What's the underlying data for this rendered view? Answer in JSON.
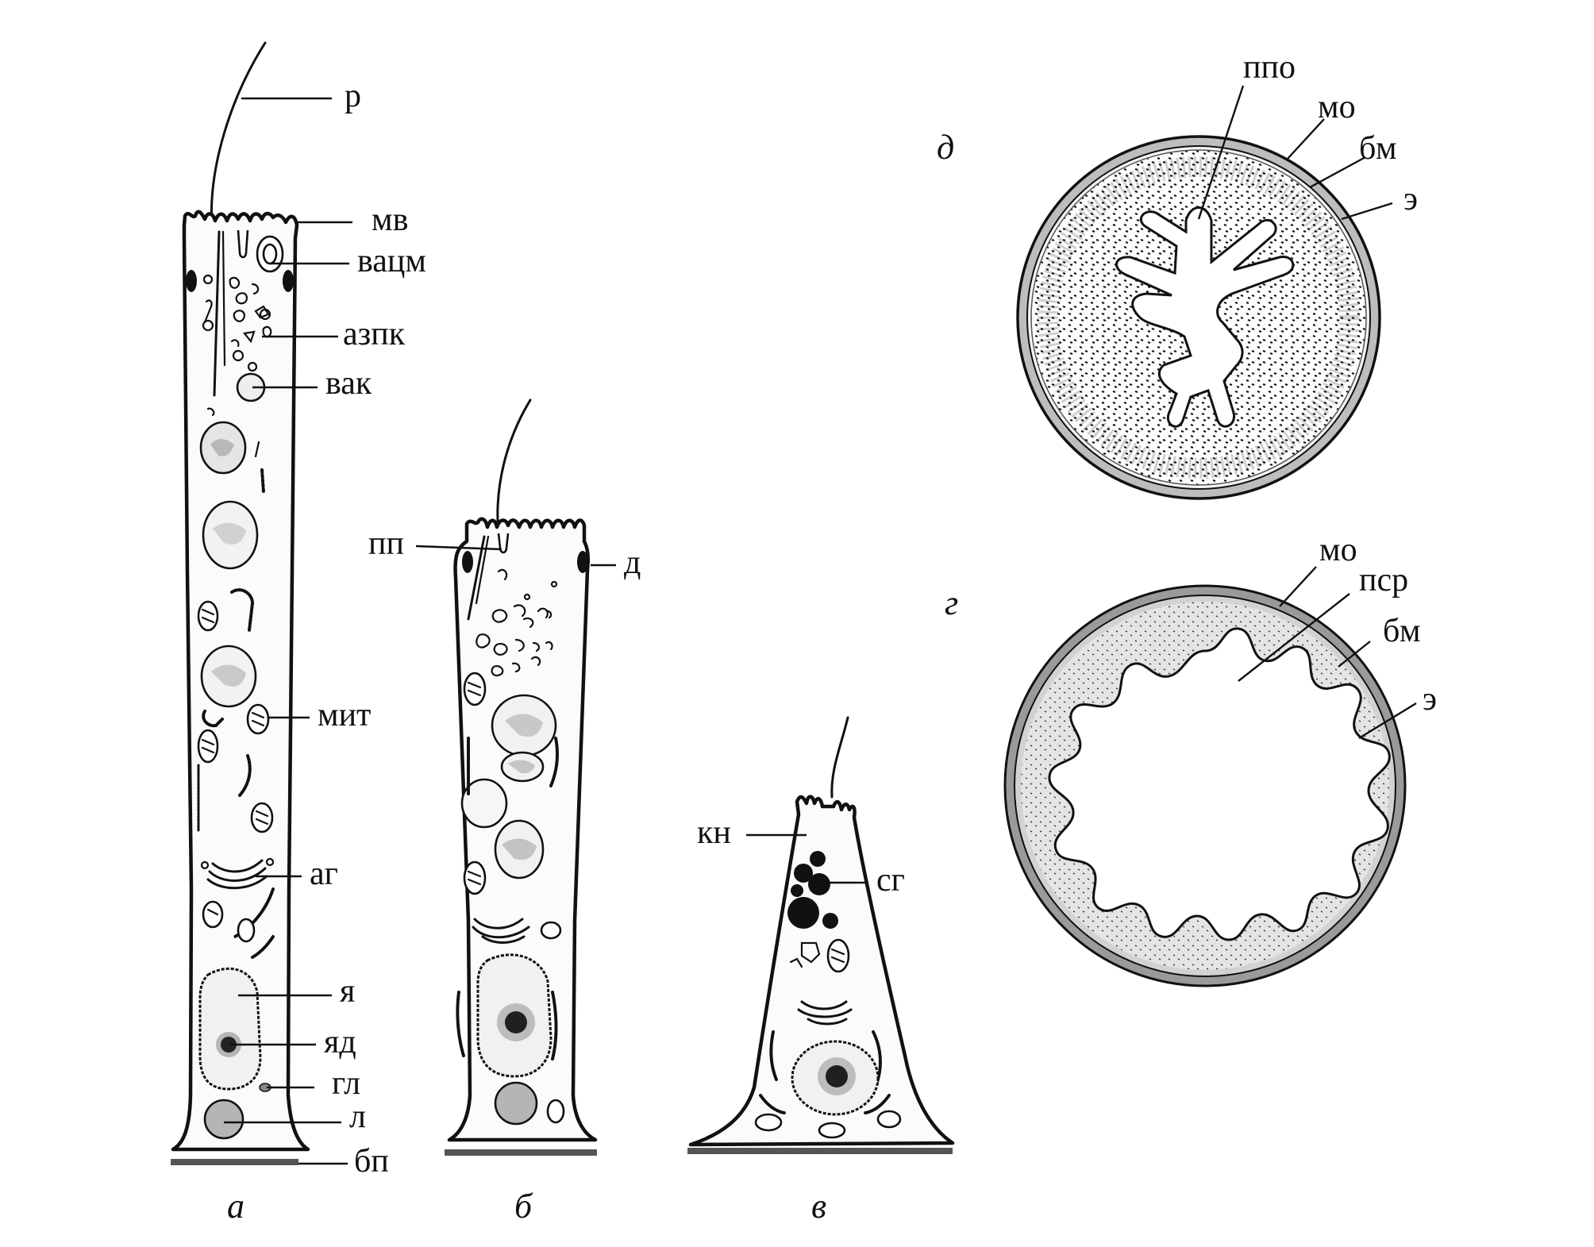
{
  "labels": {
    "r": "р",
    "mv": "мв",
    "vacm": "вацм",
    "azpk": "азпк",
    "vak": "вак",
    "mit": "мит",
    "ag": "аг",
    "ya": "я",
    "yad": "яд",
    "gl": "гл",
    "l": "л",
    "bp": "бп",
    "pp": "пп",
    "d": "д",
    "kn": "кн",
    "sg": "сг",
    "ppo": "ппо",
    "mo_top": "мо",
    "bm_top": "бм",
    "e_top": "э",
    "mo_bottom": "мо",
    "psr": "пср",
    "bm_bottom": "бм",
    "e_bottom": "э"
  },
  "captions": {
    "a": "а",
    "b": "б",
    "v": "в",
    "g": "г",
    "d": "д"
  }
}
